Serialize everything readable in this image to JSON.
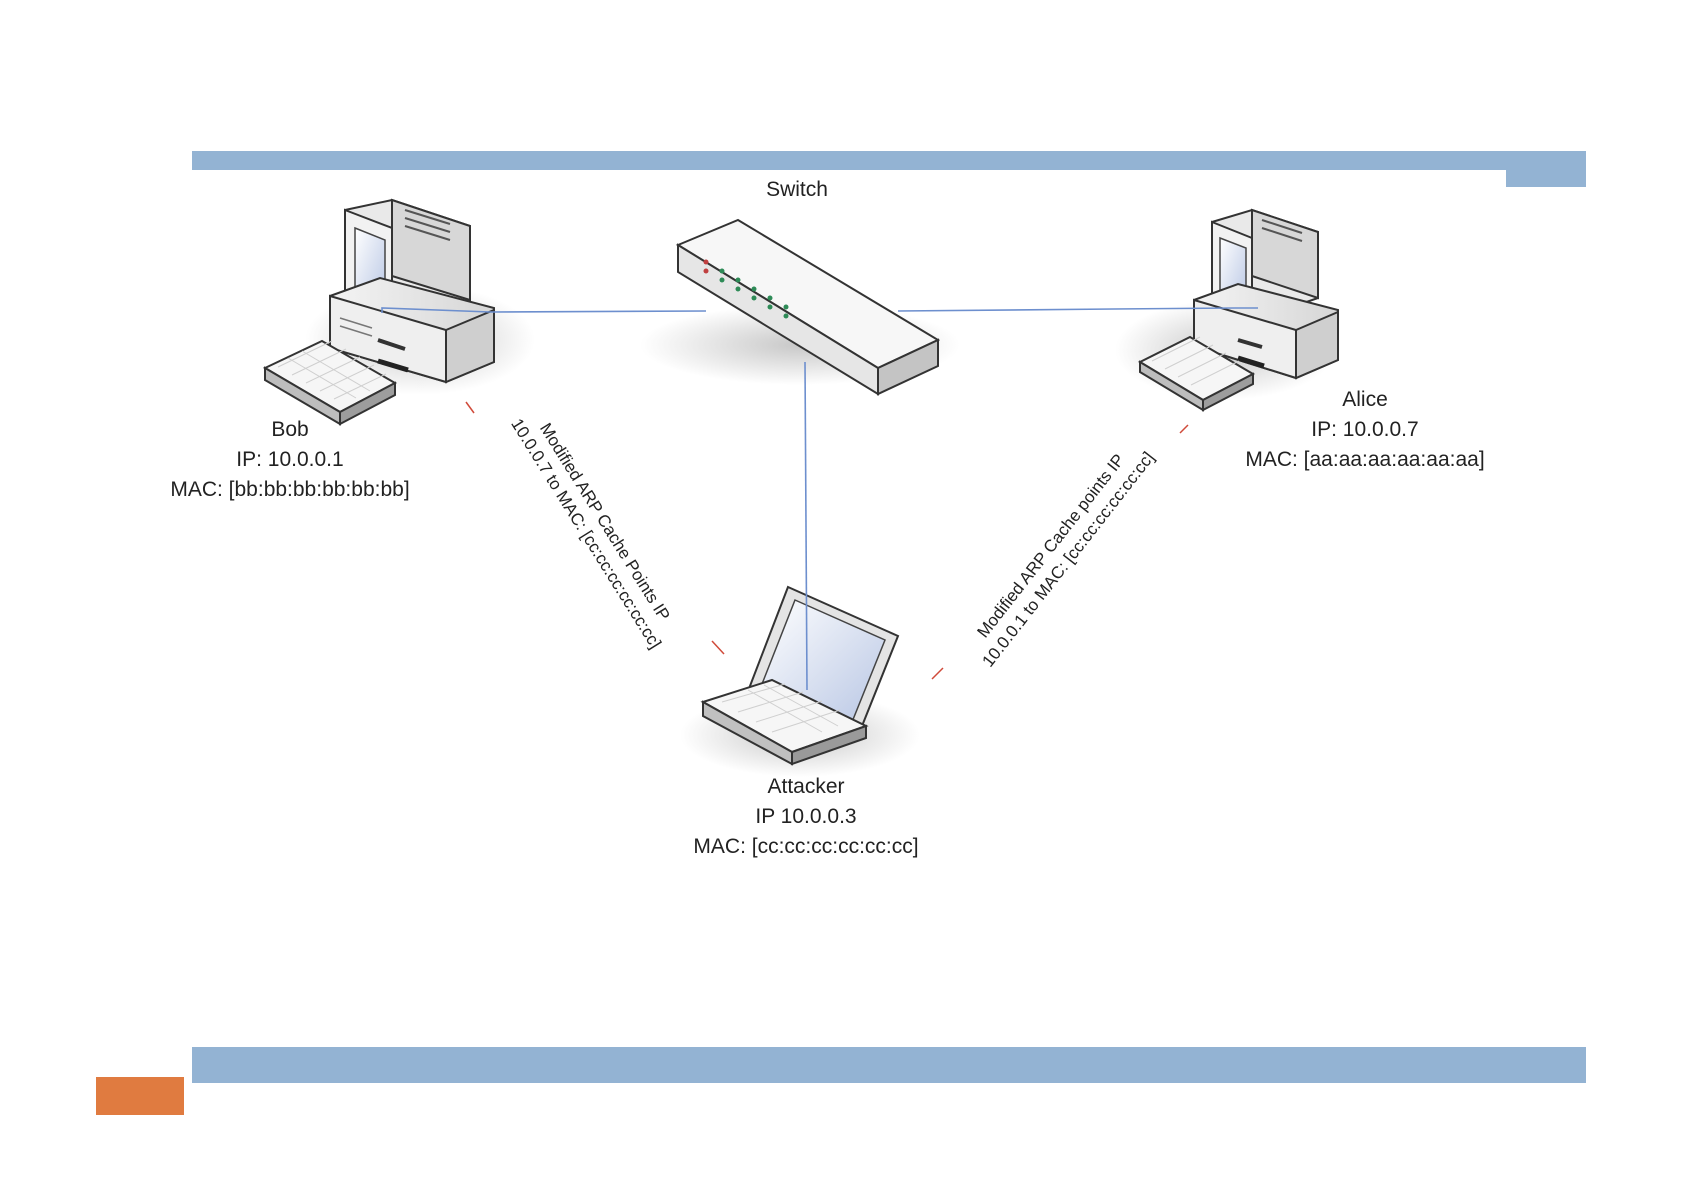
{
  "colors": {
    "band": "#93b3d3",
    "accent_block": "#e07b40",
    "link_line": "#6d8fce",
    "arp_marker": "#d04a3a"
  },
  "switch": {
    "label": "Switch"
  },
  "bob": {
    "name": "Bob",
    "ip": "IP: 10.0.0.1",
    "mac": "MAC: [bb:bb:bb:bb:bb:bb]"
  },
  "alice": {
    "name": "Alice",
    "ip": "IP: 10.0.0.7",
    "mac": "MAC: [aa:aa:aa:aa:aa:aa]"
  },
  "attacker": {
    "name": "Attacker",
    "ip": "IP 10.0.0.3",
    "mac": "MAC: [cc:cc:cc:cc:cc:cc]"
  },
  "arp_left": {
    "line1": "Modified ARP Cache Points IP",
    "line2": "10.0.0.7 to MAC: [cc:cc:cc:cc:cc:cc]"
  },
  "arp_right": {
    "line1": "Modified ARP Cache points IP",
    "line2": "10.0.0.1 to MAC: [cc:cc:cc:cc:cc:cc]"
  }
}
